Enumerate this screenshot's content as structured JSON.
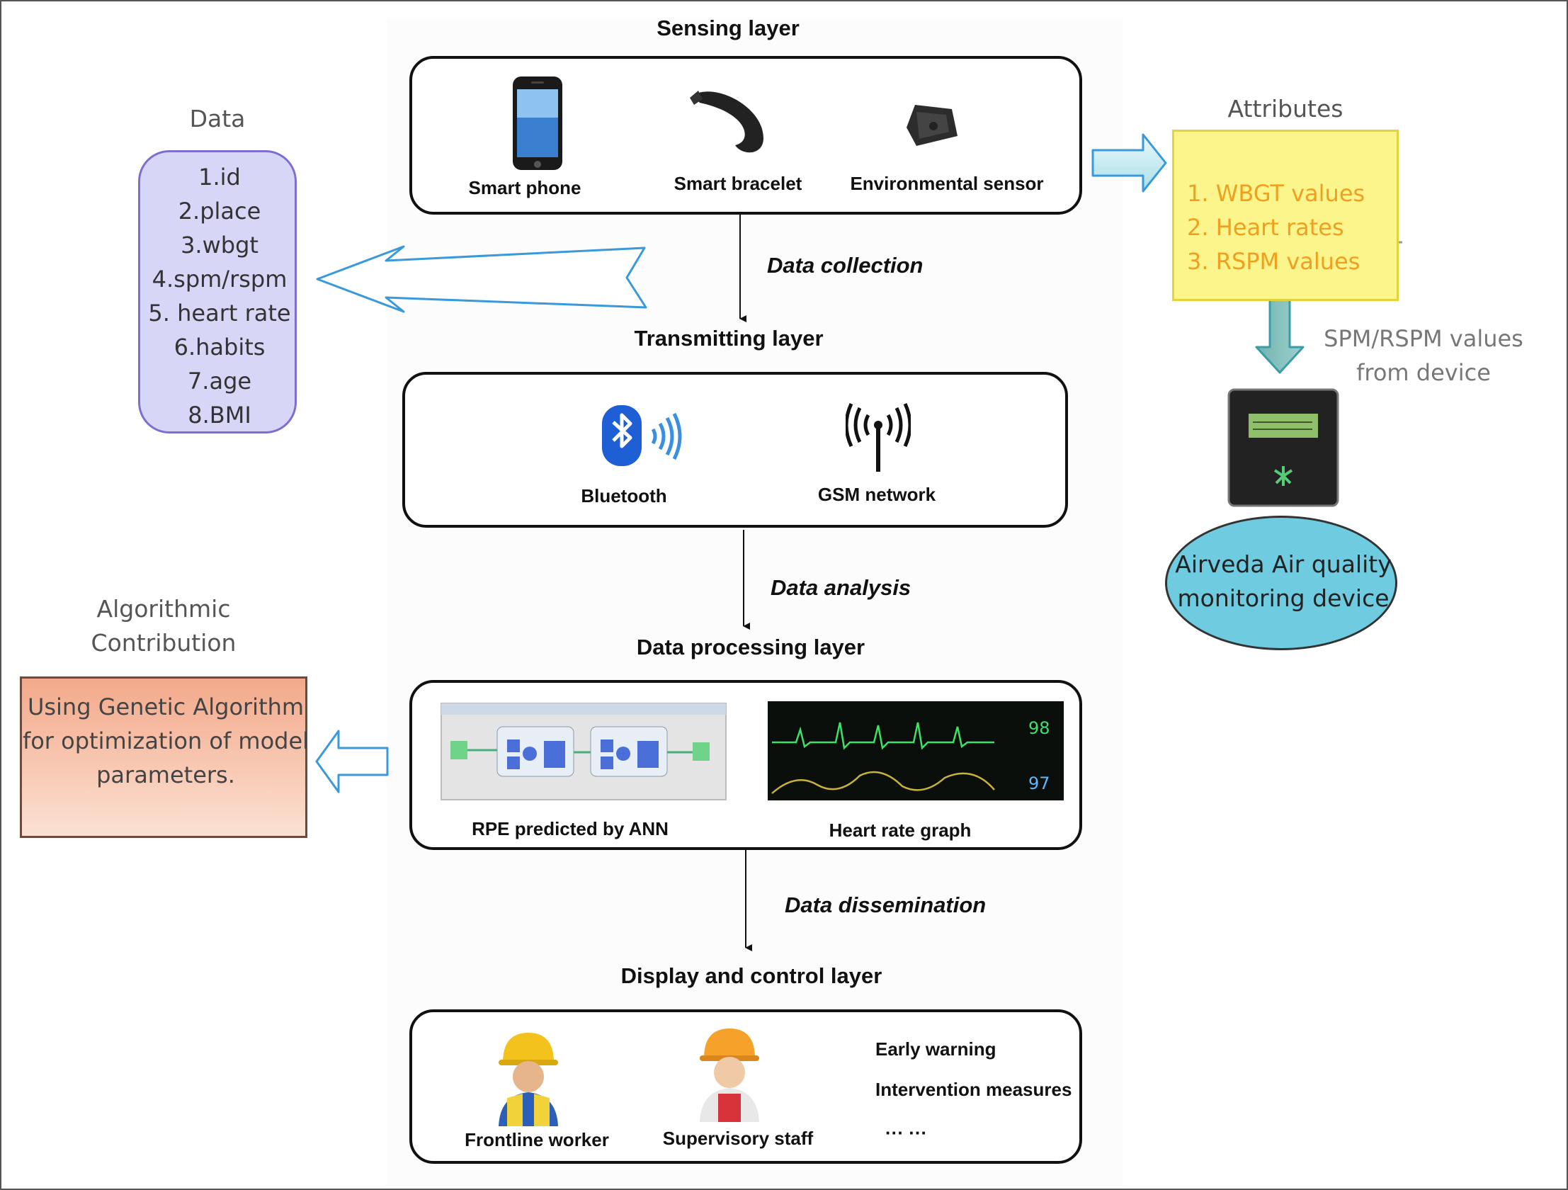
{
  "layers": {
    "sensing": {
      "title": "Sensing layer",
      "items": [
        "Smart phone",
        "Smart bracelet",
        "Environmental sensor"
      ]
    },
    "transmitting": {
      "title": "Transmitting layer",
      "items": [
        "Bluetooth",
        "GSM network"
      ]
    },
    "processing": {
      "title": "Data processing layer",
      "items": [
        "RPE predicted by ANN",
        "Heart rate graph"
      ]
    },
    "display": {
      "title": "Display and control layer",
      "items": [
        "Frontline worker",
        "Supervisory staff"
      ],
      "notes": [
        "Early warning",
        "Intervention measures",
        "··· ···"
      ]
    }
  },
  "steps": [
    "Data collection",
    "Data analysis",
    "Data dissemination"
  ],
  "data_panel": {
    "title": "Data",
    "items": [
      "1.id",
      "2.place",
      "3.wbgt",
      "4.spm/rspm",
      "5. heart rate",
      "6.habits",
      "7.age",
      "8.BMI"
    ]
  },
  "attributes": {
    "title": "Attributes",
    "items": [
      "1. WBGT values",
      "2. Heart rates",
      "3. RSPM values"
    ]
  },
  "device": {
    "note_line1": "SPM/RSPM values",
    "note_line2": "from device",
    "label": "Airveda Air quality monitoring device"
  },
  "algorithm": {
    "title_line1": "Algorithmic",
    "title_line2": "Contribution",
    "text": "Using Genetic Algorithm for optimization of model parameters."
  },
  "monitor_values": [
    "98",
    "97"
  ],
  "icons": [
    "smartphone-icon",
    "bracelet-icon",
    "environmental-sensor-icon",
    "bluetooth-icon",
    "antenna-icon",
    "neural-network-image",
    "heart-monitor-image",
    "worker-icon",
    "staff-icon",
    "air-quality-device-image"
  ],
  "colors": {
    "data_fill": "#d8d6f6",
    "data_border": "#7d6fd0",
    "attr_fill": "#fbf58c",
    "attr_text": "#f0a020",
    "algo_fill": "#f3a98a",
    "oval_fill": "#6fcce0",
    "arrow_blue": "#3a9ad9",
    "arrow_teal": "#3aa0a0"
  }
}
